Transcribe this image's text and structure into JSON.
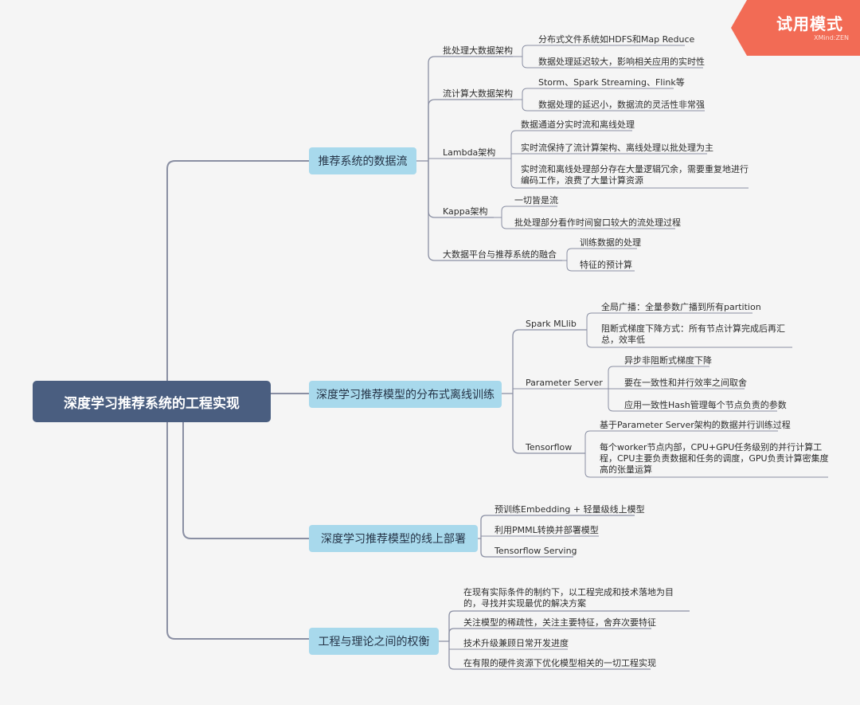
{
  "watermark": {
    "title": "试用模式",
    "subtitle": "XMind:ZEN",
    "color": "#f26b55"
  },
  "colors": {
    "root_bg": "#4a5e80",
    "branch_bg": "#a8d9ec",
    "line": "#8a8fa3"
  },
  "root": "深度学习推荐系统的工程实现",
  "branches": [
    {
      "label": "推荐系统的数据流",
      "children": [
        {
          "label": "批处理大数据架构",
          "leaves": [
            "分布式文件系统如HDFS和Map Reduce",
            "数据处理延迟较大，影响相关应用的实时性"
          ]
        },
        {
          "label": "流计算大数据架构",
          "leaves": [
            "Storm、Spark Streaming、Flink等",
            "数据处理的延迟小，数据流的灵活性非常强"
          ]
        },
        {
          "label": "Lambda架构",
          "leaves": [
            "数据通道分实时流和离线处理",
            "实时流保持了流计算架构、离线处理以批处理为主",
            "实时流和离线处理部分存在大量逻辑冗余，需要重复地进行编码工作，浪费了大量计算资源"
          ]
        },
        {
          "label": "Kappa架构",
          "leaves": [
            "一切皆是流",
            "批处理部分看作时间窗口较大的流处理过程"
          ]
        },
        {
          "label": "大数据平台与推荐系统的融合",
          "leaves": [
            "训练数据的处理",
            "特征的预计算"
          ]
        }
      ]
    },
    {
      "label": "深度学习推荐模型的分布式离线训练",
      "children": [
        {
          "label": "Spark MLlib",
          "leaves": [
            "全局广播：全量参数广播到所有partition",
            "阻断式梯度下降方式：所有节点计算完成后再汇总，效率低"
          ]
        },
        {
          "label": "Parameter Server",
          "leaves": [
            "异步非阻断式梯度下降",
            "要在一致性和并行效率之间取舍",
            "应用一致性Hash管理每个节点负责的参数"
          ]
        },
        {
          "label": "Tensorflow",
          "leaves": [
            "基于Parameter Server架构的数据并行训练过程",
            "每个worker节点内部，CPU+GPU任务级别的并行计算工程，CPU主要负责数据和任务的调度，GPU负责计算密集度高的张量运算"
          ]
        }
      ]
    },
    {
      "label": "深度学习推荐模型的线上部署",
      "leaves": [
        "预训练Embedding + 轻量级线上模型",
        "利用PMML转换并部署模型",
        "Tensorflow Serving"
      ]
    },
    {
      "label": "工程与理论之间的权衡",
      "leaves": [
        "在现有实际条件的制约下，以工程完成和技术落地为目的，寻找并实现最优的解决方案",
        "关注模型的稀疏性，关注主要特征，舍弃次要特征",
        "技术升级兼顾日常开发进度",
        "在有限的硬件资源下优化模型相关的一切工程实现"
      ]
    }
  ]
}
